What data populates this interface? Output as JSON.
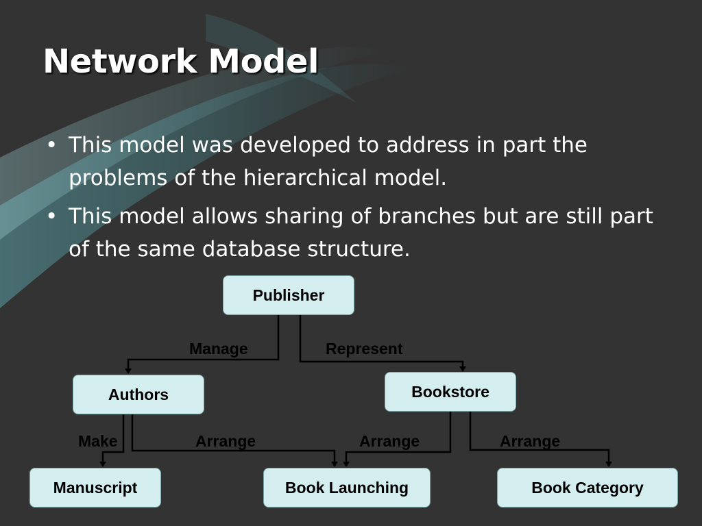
{
  "slide": {
    "title": "Network Model",
    "bullets": [
      "This model was developed to address in part the problems of the hierarchical model.",
      "This model allows sharing of branches but are still part of the same database structure."
    ],
    "bullet_symbol": "•"
  },
  "diagram": {
    "nodes": {
      "publisher": "Publisher",
      "authors": "Authors",
      "bookstore": "Bookstore",
      "manuscript": "Manuscript",
      "book_launching": "Book Launching",
      "book_category": "Book Category"
    },
    "edges": {
      "manage": "Manage",
      "represent": "Represent",
      "make": "Make",
      "arrange_authors": "Arrange",
      "arrange_bookstore_launch": "Arrange",
      "arrange_bookstore_category": "Arrange"
    }
  },
  "colors": {
    "background": "#333333",
    "node_fill": "#d4eef0",
    "accent_teal": "#4a8f95"
  }
}
